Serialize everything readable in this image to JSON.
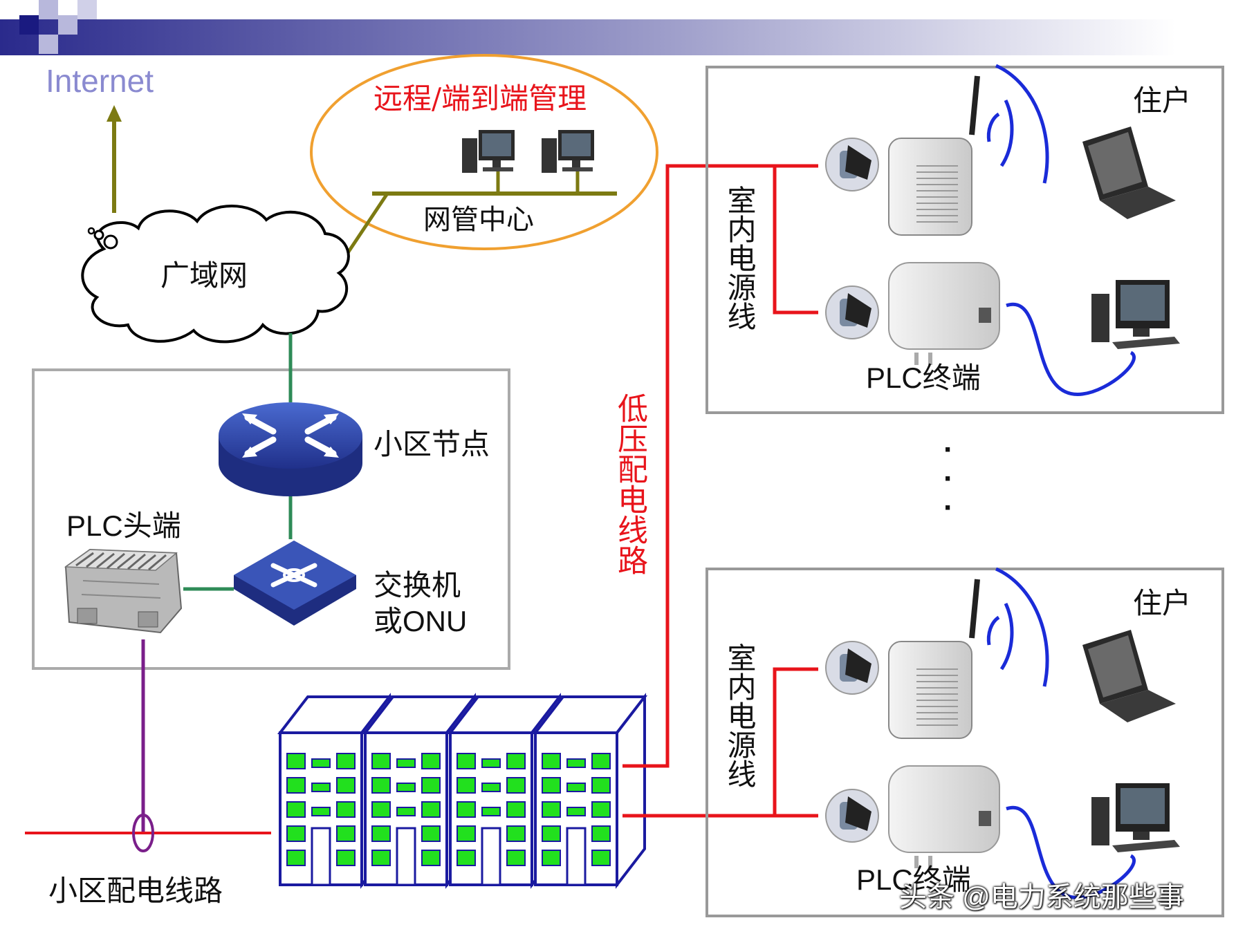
{
  "labels": {
    "internet": "Internet",
    "remote_mgmt": "远程/端到端管理",
    "nms_center": "网管中心",
    "wan": "广域网",
    "district_node": "小区节点",
    "plc_head": "PLC头端",
    "switch_line1": "交换机",
    "switch_line2": "或ONU",
    "district_power_line": "小区配电线路",
    "lv_power_line": "低压配电线路",
    "indoor_power_line": "室内电源线",
    "resident": "住户",
    "plc_terminal": "PLC终端",
    "ellipsis": "·\n·\n·",
    "watermark": "头条 @电力系统那些事"
  },
  "colors": {
    "power_line": "#e8141b",
    "internet_arrow": "#7c7a12",
    "wan_link": "#2e8b57",
    "coax": "#7a1f8a",
    "remote_text": "#e8141b",
    "ellipse": "#f0a030",
    "building_stroke": "#1a1aa0",
    "window": "#22e01e",
    "wifi": "#1a2bd8",
    "box_border": "#999999"
  },
  "icons": [
    "router-icon",
    "switch-icon",
    "plc-headend-icon",
    "cloud-icon",
    "computer-icon",
    "laptop-icon",
    "plc-adapter-icon",
    "wifi-adapter-icon",
    "building-icon"
  ]
}
